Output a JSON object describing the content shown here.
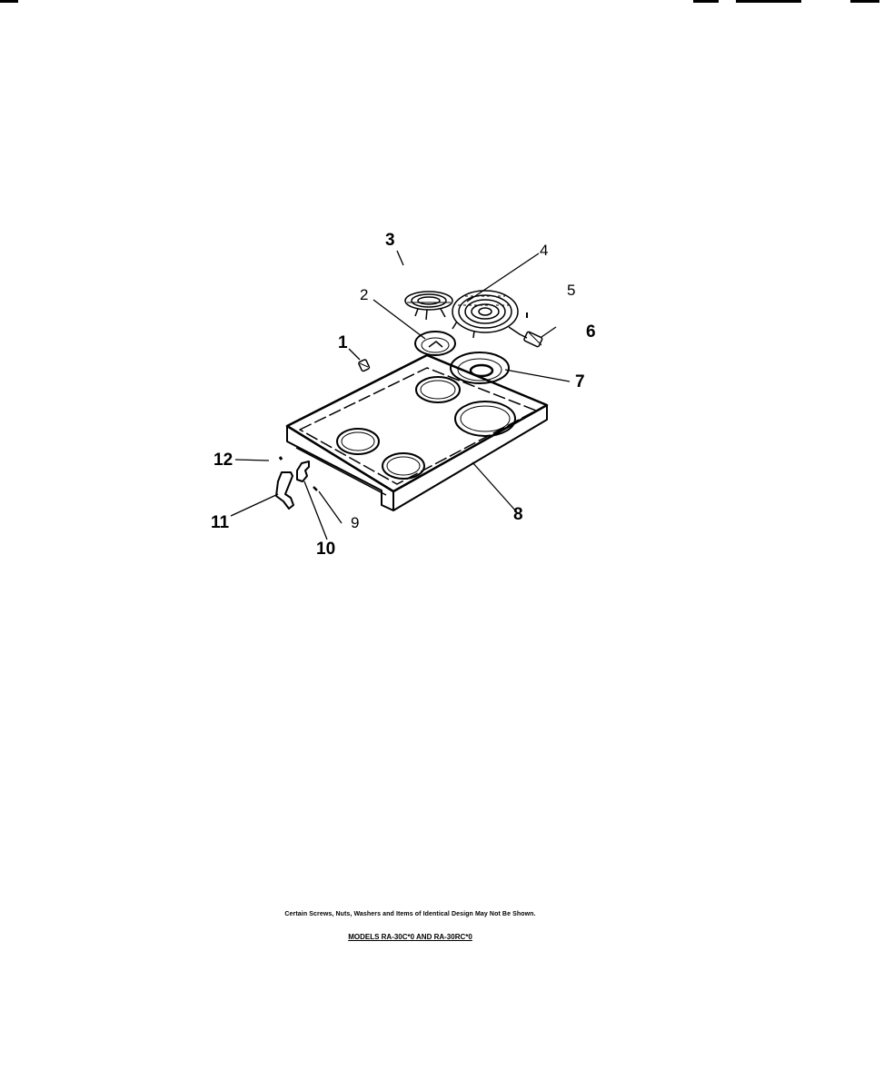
{
  "callouts": {
    "c1": "1",
    "c2": "2",
    "c3": "3",
    "c4": "4",
    "c5": "5",
    "c6": "6",
    "c7": "7",
    "c8": "8",
    "c9": "9",
    "c10": "10",
    "c11": "11",
    "c12": "12"
  },
  "footer": {
    "note": "Certain Screws, Nuts, Washers and Items of Identical Design May Not Be Shown.",
    "models": "MODELS RA-30C*0 AND RA-30RC*0"
  }
}
